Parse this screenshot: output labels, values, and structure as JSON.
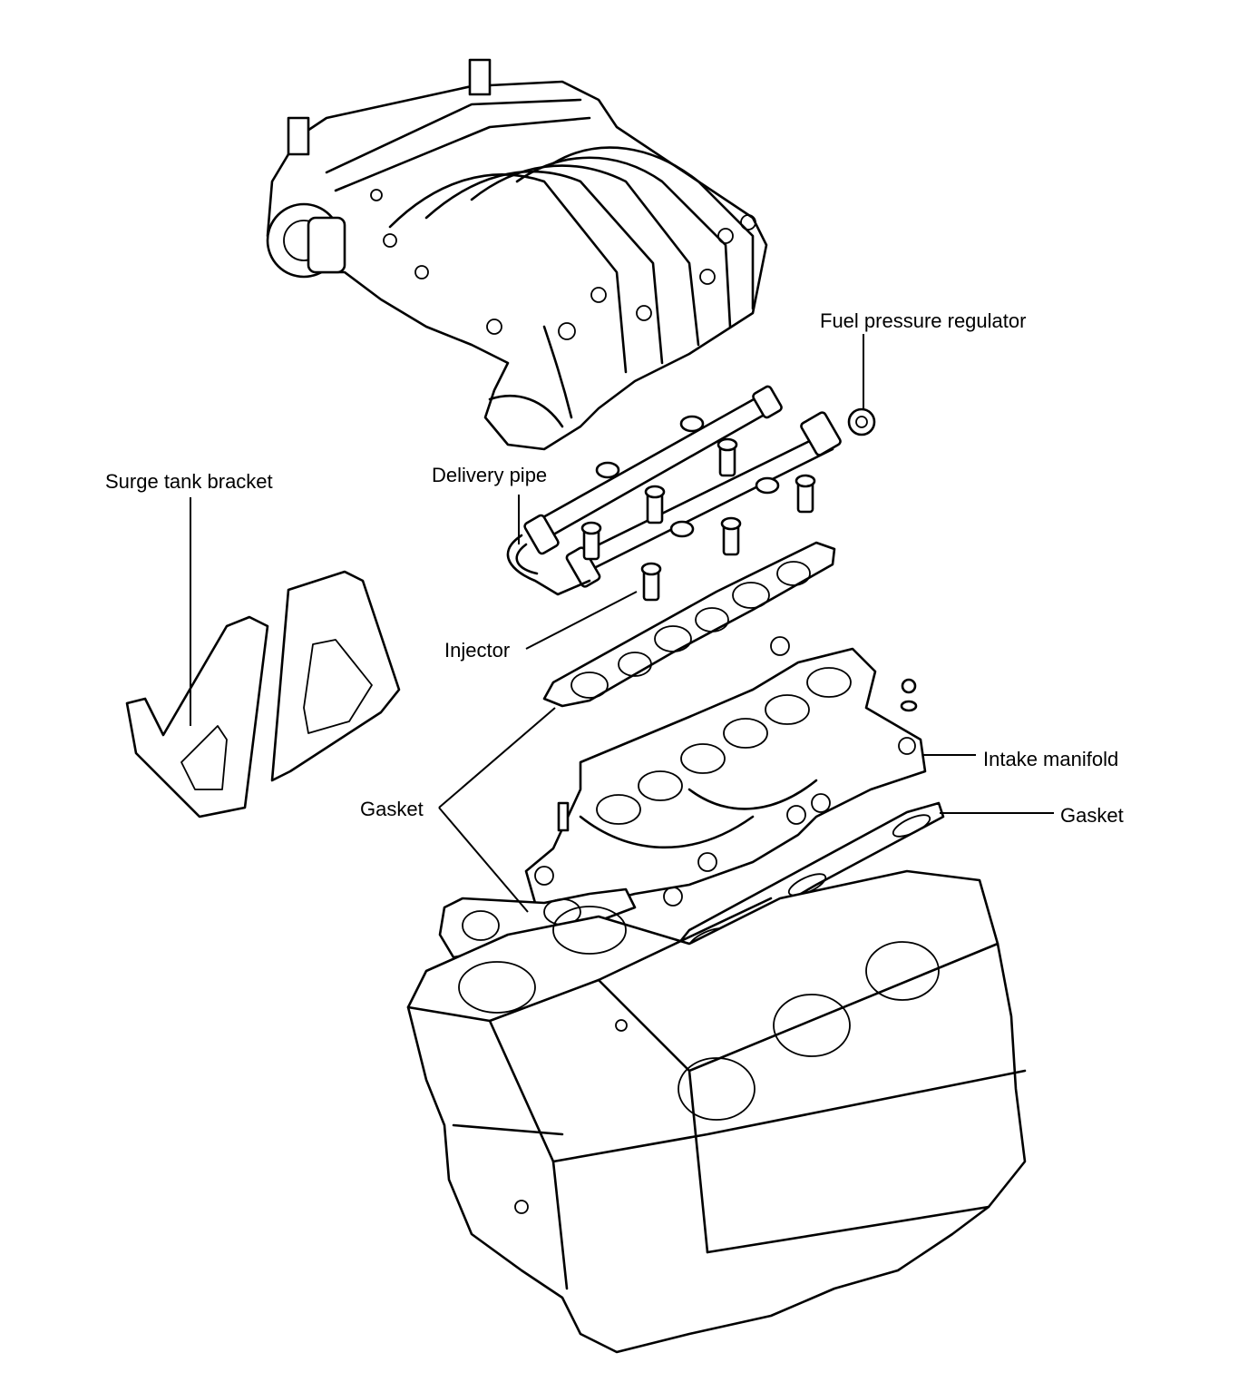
{
  "labels": {
    "fuel_pressure_regulator": "Fuel pressure regulator",
    "surge_tank_bracket": "Surge tank bracket",
    "delivery_pipe": "Delivery pipe",
    "injector": "Injector",
    "gasket_left": "Gasket",
    "intake_manifold": "Intake manifold",
    "gasket_right": "Gasket"
  }
}
